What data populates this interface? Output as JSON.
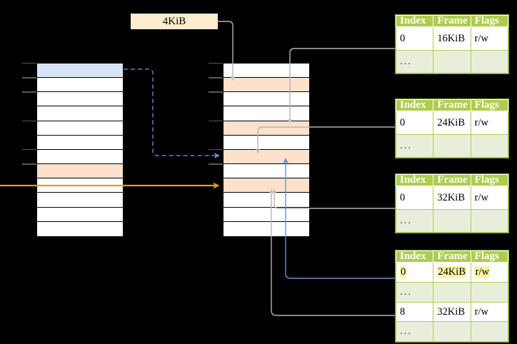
{
  "diagram": {
    "title_label": "4KiB",
    "background_color": "#000000",
    "colors": {
      "highlight_blue": "#d7e5f8",
      "highlight_peach": "#fce2cc",
      "header_green": "#aecd4e",
      "ellipsis_green": "#e9eedb",
      "yellow_highlight": "#fbf3a5",
      "orange_arrow": "#e8a317",
      "blue_arrow": "#6a8fc4",
      "grey_wire": "#b3b3b3",
      "label_bg": "#fdeccd"
    }
  },
  "virtual_memory_column": {
    "name": "virtual-address-space",
    "row_count": 12,
    "rows": [
      {
        "index": 0,
        "fill": "blue"
      },
      {
        "index": 1,
        "fill": "white"
      },
      {
        "index": 2,
        "fill": "white"
      },
      {
        "index": 3,
        "fill": "white"
      },
      {
        "index": 4,
        "fill": "white"
      },
      {
        "index": 5,
        "fill": "white"
      },
      {
        "index": 6,
        "fill": "white"
      },
      {
        "index": 7,
        "fill": "peach"
      },
      {
        "index": 8,
        "fill": "white"
      },
      {
        "index": 9,
        "fill": "white"
      },
      {
        "index": 10,
        "fill": "white"
      },
      {
        "index": 11,
        "fill": "white"
      }
    ]
  },
  "physical_memory_column": {
    "name": "physical-address-space",
    "row_count": 12,
    "rows": [
      {
        "index": 0,
        "fill": "white"
      },
      {
        "index": 1,
        "fill": "peach"
      },
      {
        "index": 2,
        "fill": "white"
      },
      {
        "index": 3,
        "fill": "white"
      },
      {
        "index": 4,
        "fill": "peach"
      },
      {
        "index": 5,
        "fill": "white"
      },
      {
        "index": 6,
        "fill": "peach"
      },
      {
        "index": 7,
        "fill": "white"
      },
      {
        "index": 8,
        "fill": "peach"
      },
      {
        "index": 9,
        "fill": "white"
      },
      {
        "index": 10,
        "fill": "white"
      },
      {
        "index": 11,
        "fill": "white"
      }
    ]
  },
  "page_tables": {
    "headers": [
      "Index",
      "Frame",
      "Flags"
    ],
    "tables": [
      {
        "name": "page-table-1",
        "rows": [
          {
            "type": "data",
            "index": "0",
            "frame": "16KiB",
            "flags": "r/w",
            "highlight": false
          },
          {
            "type": "ellipsis",
            "index": "...",
            "frame": "",
            "flags": ""
          }
        ]
      },
      {
        "name": "page-table-2",
        "rows": [
          {
            "type": "data",
            "index": "0",
            "frame": "24KiB",
            "flags": "r/w",
            "highlight": false
          },
          {
            "type": "ellipsis",
            "index": "...",
            "frame": "",
            "flags": ""
          }
        ]
      },
      {
        "name": "page-table-3",
        "rows": [
          {
            "type": "data",
            "index": "0",
            "frame": "32KiB",
            "flags": "r/w",
            "highlight": false
          },
          {
            "type": "ellipsis",
            "index": "...",
            "frame": "",
            "flags": ""
          }
        ]
      },
      {
        "name": "page-table-4",
        "rows": [
          {
            "type": "data",
            "index": "0",
            "frame": "24KiB",
            "flags": "r/w",
            "highlight": true
          },
          {
            "type": "ellipsis",
            "index": "...",
            "frame": "",
            "flags": ""
          },
          {
            "type": "data",
            "index": "8",
            "frame": "32KiB",
            "flags": "r/w",
            "highlight": false
          },
          {
            "type": "ellipsis",
            "index": "...",
            "frame": "",
            "flags": ""
          }
        ]
      }
    ]
  }
}
